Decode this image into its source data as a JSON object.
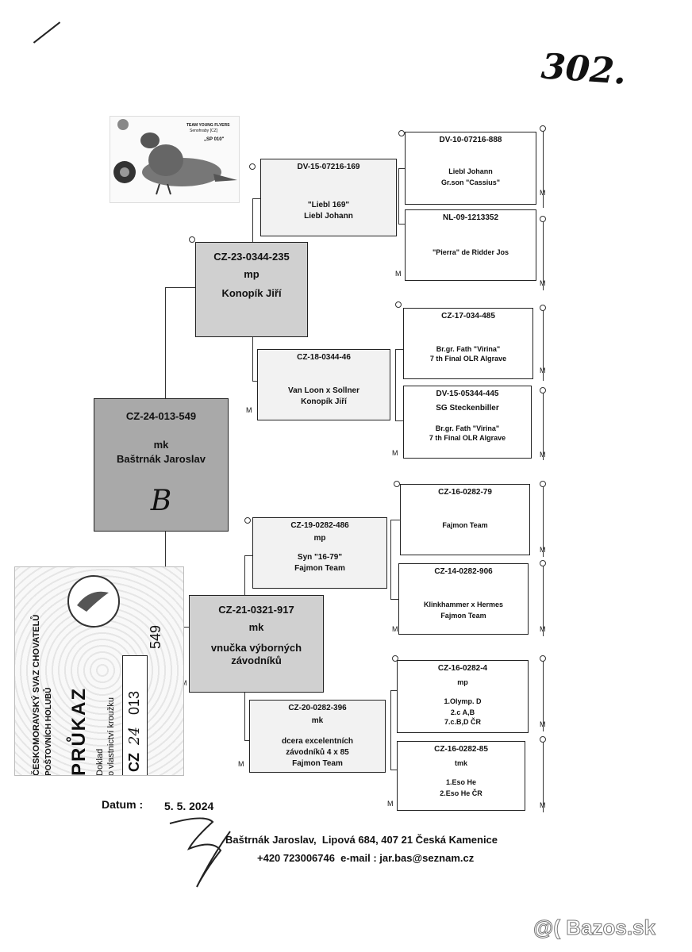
{
  "page_number": "302.",
  "header_logo": {
    "team": "TEAM YOUNG FLYERS",
    "place": "Senohraby [CZ]",
    "code": "„SP 010\""
  },
  "subject": {
    "ring": "CZ-24-013-549",
    "sex": "mk",
    "owner": "Baštrnák Jaroslav",
    "mark": "B"
  },
  "sire": {
    "ring": "CZ-23-0344-235",
    "sex": "mp",
    "owner": "Konopík Jiří"
  },
  "dam": {
    "ring": "CZ-21-0321-917",
    "sex": "mk",
    "line1": "vnučka výborných",
    "line2": "závodníků"
  },
  "ss": {
    "ring": "DV-15-07216-169",
    "line1": "\"Liebl 169\"",
    "line2": "Liebl Johann"
  },
  "sd": {
    "ring": "CZ-18-0344-46",
    "line1": "Van Loon x Sollner",
    "line2": "Konopík Jiří"
  },
  "ds": {
    "ring": "CZ-19-0282-486",
    "line0": "mp",
    "line1": "Syn \"16-79\"",
    "line2": "Fajmon Team"
  },
  "dd": {
    "ring": "CZ-20-0282-396",
    "line0": "mk",
    "line1": "dcera excelentních",
    "line2": "závodníků  4 x 85",
    "line3": "Fajmon Team"
  },
  "sss": {
    "ring": "DV-10-07216-888",
    "line1": "Liebl Johann",
    "line2": "Gr.son \"Cassius\""
  },
  "ssd": {
    "ring": "NL-09-1213352",
    "line1": "\"Pierra\" de Ridder Jos"
  },
  "sds": {
    "ring": "CZ-17-034-485",
    "line1": "Br.gr. Fath \"Virina\"",
    "line2": "7 th Final OLR Algrave"
  },
  "sdd": {
    "ring": "DV-15-05344-445",
    "line0": "SG Steckenbiller",
    "line1": "Br.gr. Fath \"Virina\"",
    "line2": "7 th Final OLR Algrave"
  },
  "dss": {
    "ring": "CZ-16-0282-79",
    "line1": "Fajmon Team"
  },
  "dsd": {
    "ring": "CZ-14-0282-906",
    "line1": "Klinkhammer x Hermes",
    "line2": "Fajmon Team"
  },
  "dds": {
    "ring": "CZ-16-0282-4",
    "line0": "mp",
    "line1": "1.Olymp. D",
    "line2": "2.c A,B",
    "line3": "7.c.B,D ČR"
  },
  "ddd": {
    "ring": "CZ-16-0282-85",
    "line0": "tmk",
    "line1": "1.Eso He",
    "line2": "2.Eso He ČR"
  },
  "card": {
    "org1": "ČESKOMORAVSKÝ SVAZ CHOVATELŮ",
    "org2": "POŠTOVNÍCH HOLUBŮ",
    "title": "PRŮKAZ",
    "sub1": "Doklad",
    "sub2": "o vlastnictví kroužku",
    "cz": "CZ",
    "year": "24",
    "num1": "013",
    "num2": "549"
  },
  "footer": {
    "date_label": "Datum :",
    "date": "5. 5. 2024",
    "address": "Baštrnák Jaroslav,  Lipová 684, 407 21 Česká Kamenice",
    "contact": "+420 723006746  e-mail : jar.bas@seznam.cz"
  },
  "watermark": "@( Bazos.sk"
}
